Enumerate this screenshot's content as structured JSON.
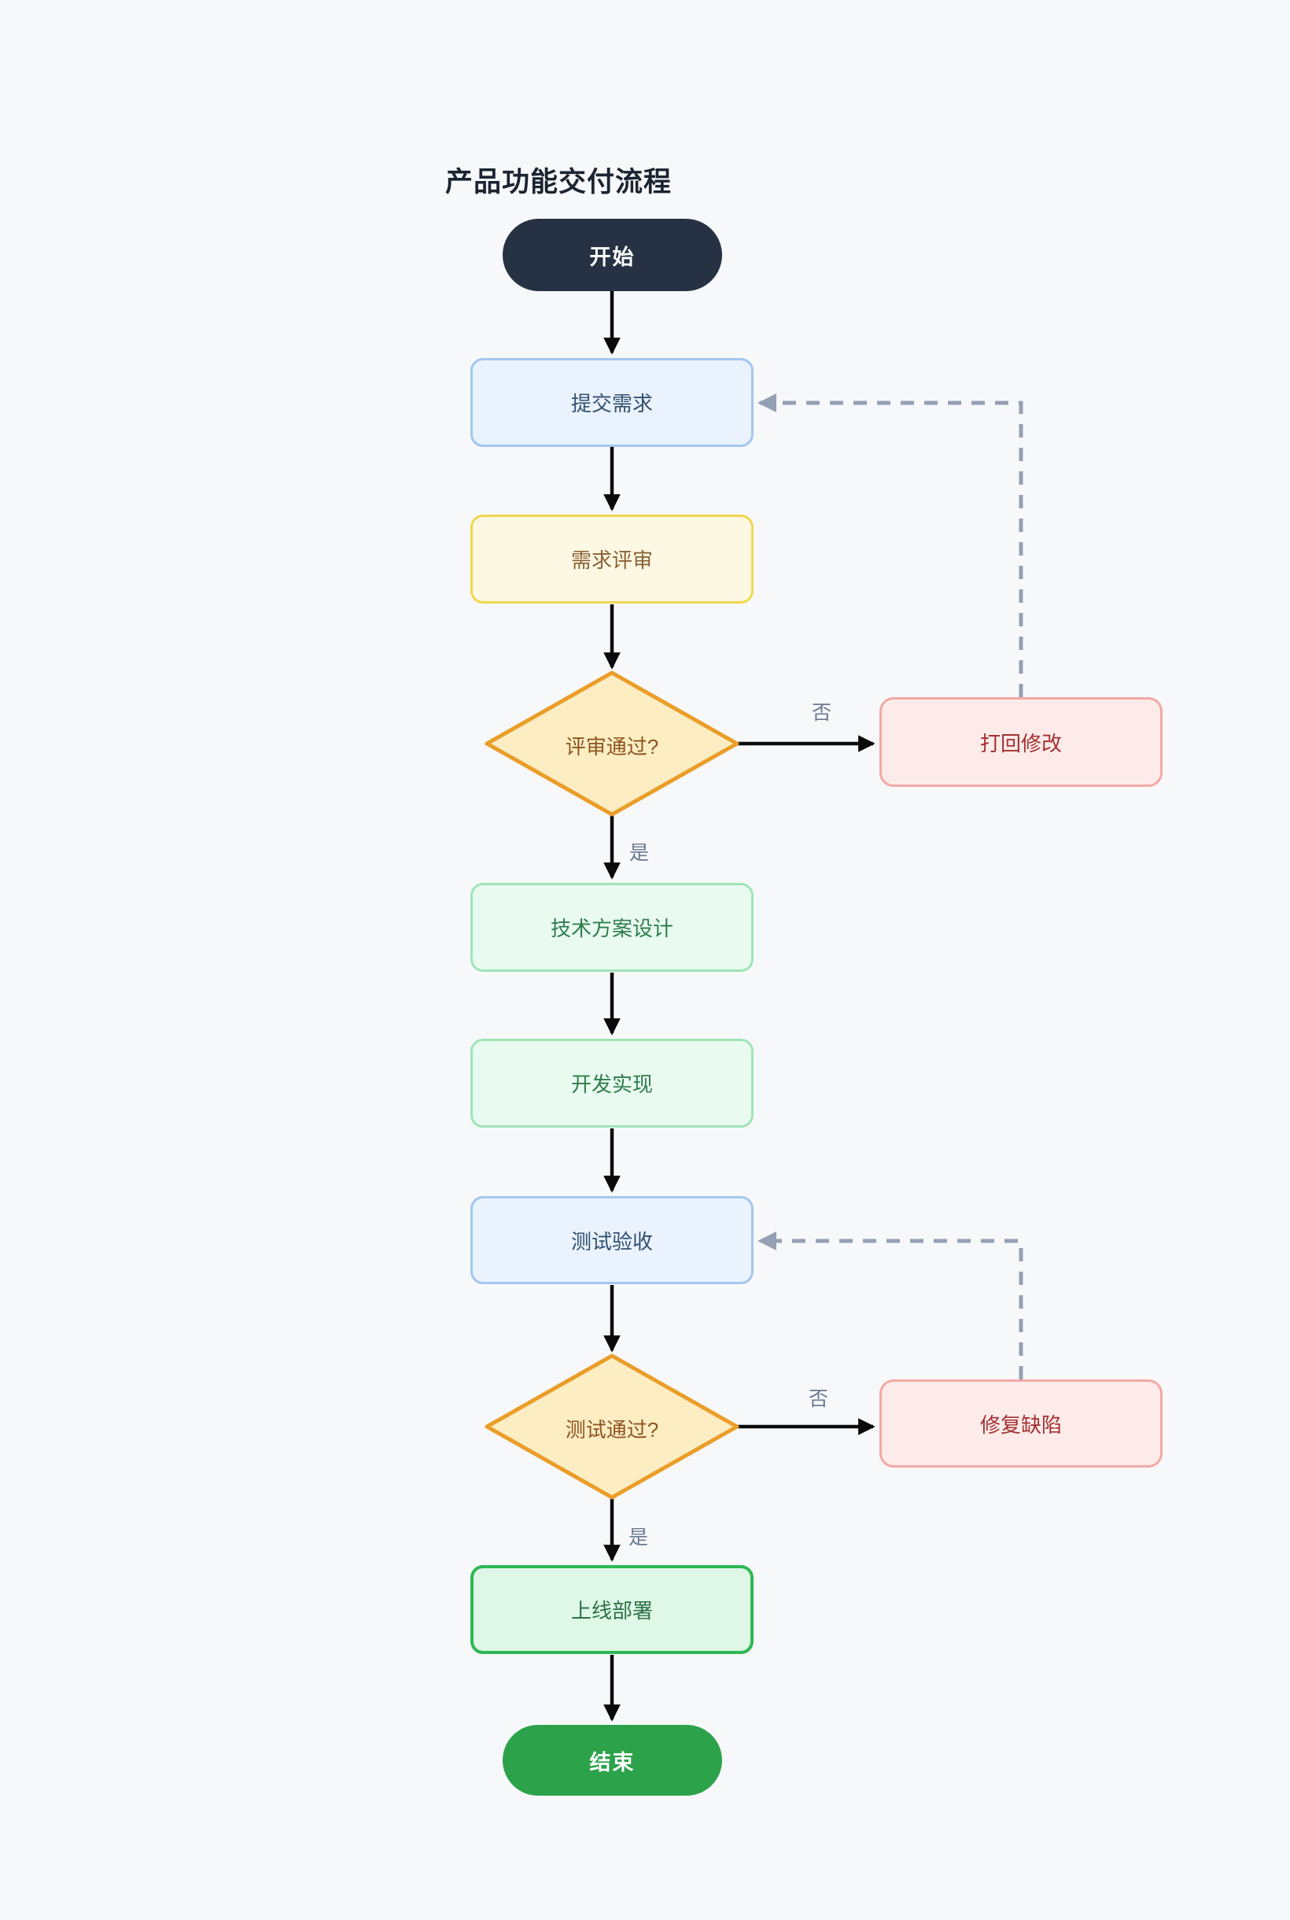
{
  "title": "产品功能交付流程",
  "nodes": {
    "start": {
      "label": "开始"
    },
    "submit": {
      "label": "提交需求"
    },
    "review": {
      "label": "需求评审"
    },
    "decision_review": {
      "label": "评审通过?"
    },
    "reject": {
      "label": "打回修改"
    },
    "design": {
      "label": "技术方案设计"
    },
    "develop": {
      "label": "开发实现"
    },
    "test": {
      "label": "测试验收"
    },
    "decision_test": {
      "label": "测试通过?"
    },
    "fix": {
      "label": "修复缺陷"
    },
    "deploy": {
      "label": "上线部署"
    },
    "end": {
      "label": "结束"
    }
  },
  "edge_labels": {
    "review_no": "否",
    "review_yes": "是",
    "test_no": "否",
    "test_yes": "是"
  },
  "colors": {
    "background": "#f7f8fa",
    "start_fill": "#263244",
    "end_fill": "#2ca24b",
    "process_blue": "#e9f2fd",
    "blue_border": "#a4c7ef",
    "process_yellow": "#fdf8e3",
    "yellow_border": "#f2d74e",
    "decision_fill": "#fcedc3",
    "decision_border": "#ea9d28",
    "process_green": "#e9faf0",
    "green_border": "#9fe5b7",
    "deploy_fill": "#def7e6",
    "deploy_border": "#2eb855",
    "process_pink": "#fcebe9",
    "pink_border": "#f2a9a4",
    "arrow_solid": "#0b0b0b",
    "arrow_dashed": "#94a0b4",
    "edge_label_text": "#6a7890"
  }
}
